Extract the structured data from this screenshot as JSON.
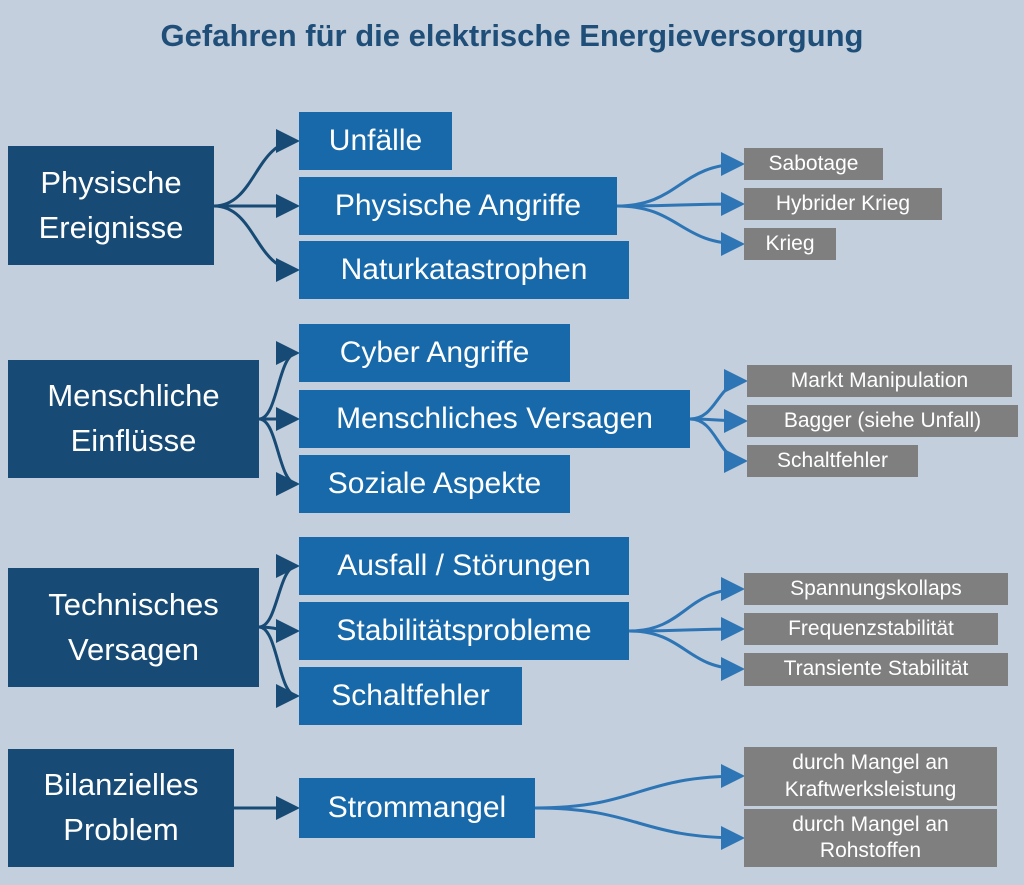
{
  "title": "Gefahren für die elektrische Energieversorgung",
  "groups": [
    {
      "label": "Physische Ereignisse",
      "children": [
        "Unfälle",
        "Physische Angriffe",
        "Naturkatastrophen"
      ],
      "details": [
        "Sabotage",
        "Hybrider Krieg",
        "Krieg"
      ]
    },
    {
      "label": "Menschliche Einflüsse",
      "children": [
        "Cyber Angriffe",
        "Menschliches Versagen",
        "Soziale Aspekte"
      ],
      "details": [
        "Markt Manipulation",
        "Bagger (siehe Unfall)",
        "Schaltfehler"
      ]
    },
    {
      "label": "Technisches Versagen",
      "children": [
        "Ausfall / Störungen",
        "Stabilitätsprobleme",
        "Schaltfehler"
      ],
      "details": [
        "Spannungskollaps",
        "Frequenzstabilität",
        "Transiente Stabilität"
      ]
    },
    {
      "label": "Bilanzielles Problem",
      "children": [
        "Strommangel"
      ],
      "details": [
        "durch Mangel an Kraftwerksleistung",
        "durch Mangel an Rohstoffen"
      ]
    }
  ],
  "colors": {
    "background": "#c3cfdc",
    "category": "#174a74",
    "cause": "#1769aa",
    "detail": "#7f7f7f",
    "title": "#1f4e79"
  }
}
